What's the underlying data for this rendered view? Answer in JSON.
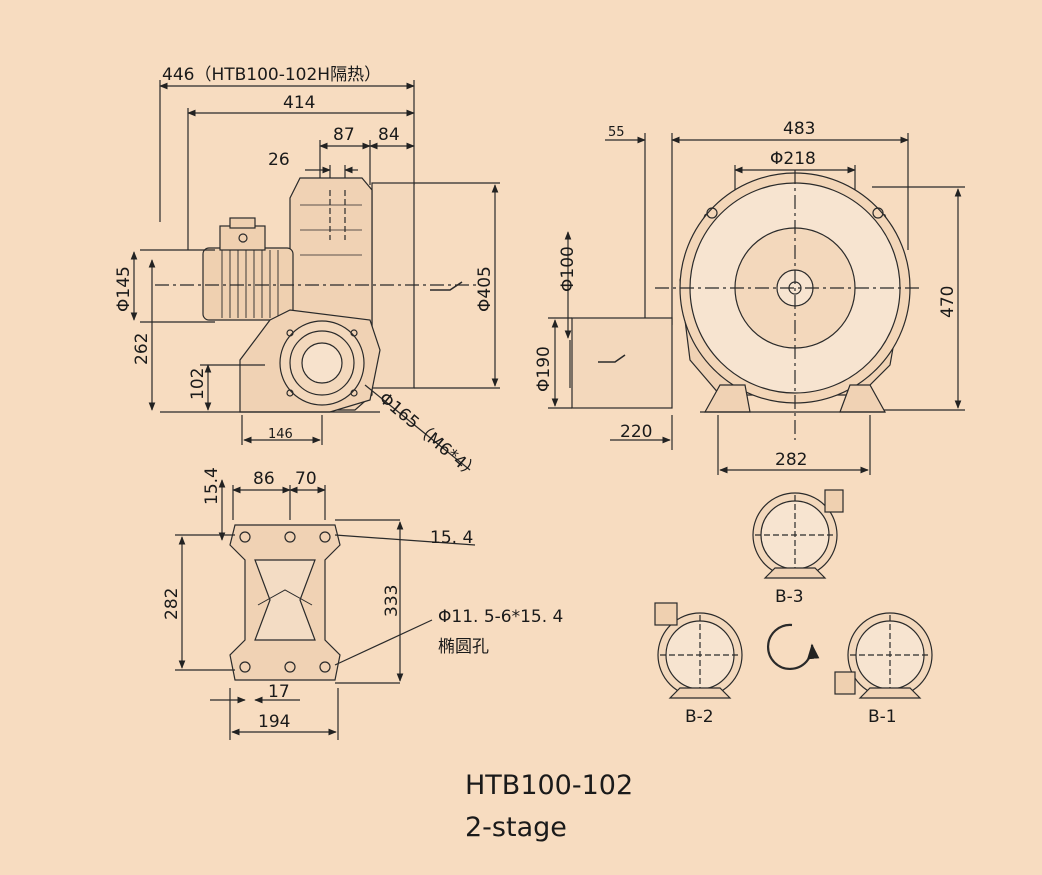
{
  "caption": {
    "model": "HTB100-102",
    "stage": "2-stage"
  },
  "side_view": {
    "overall_length_insulated": "446（HTB100-102H隔热）",
    "overall_length": "414",
    "dim_87": "87",
    "dim_84": "84",
    "dim_26": "26",
    "motor_dia": "Φ145",
    "outlet_dia": "Φ405",
    "height_262": "262",
    "base_height": "102",
    "base_width": "146",
    "flange": "Φ165（M6*4）"
  },
  "front_view": {
    "offset_55": "55",
    "width_483": "483",
    "dia_218": "Φ218",
    "dia_100": "Φ100",
    "height_470": "470",
    "dia_190": "Φ190",
    "dim_220": "220",
    "dim_282": "282"
  },
  "base_view": {
    "dim_15_4_top": "15.4",
    "dim_86": "86",
    "dim_70": "70",
    "dim_15_4_right": "15. 4",
    "dim_282": "282",
    "dim_333": "333",
    "slot_spec": "Φ11. 5-6*15. 4",
    "slot_name": "椭圆孔",
    "dim_17": "17",
    "dim_194": "194"
  },
  "orientations": {
    "b3": "B-3",
    "b2": "B-2",
    "b1": "B-1"
  }
}
